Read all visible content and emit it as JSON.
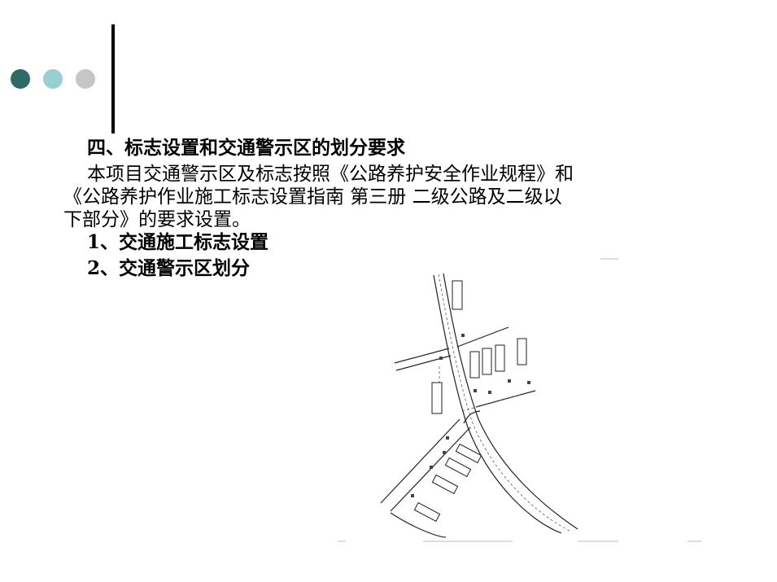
{
  "decor": {
    "dots": [
      "#2e6a6a",
      "#98cfd0",
      "#c6c6c6"
    ]
  },
  "content": {
    "heading": "四、标志设置和交通警示区的划分要求",
    "paragraph_lines": [
      "本项目交通警示区及标志按照《公路养护安全作业规程》和",
      "《公路养护作业施工标志设置指南 第三册 二级公路及二级以",
      "下部分》的要求设置。"
    ],
    "item_1": "1、交通施工标志设置",
    "item_2": "2、交通警示区划分"
  }
}
